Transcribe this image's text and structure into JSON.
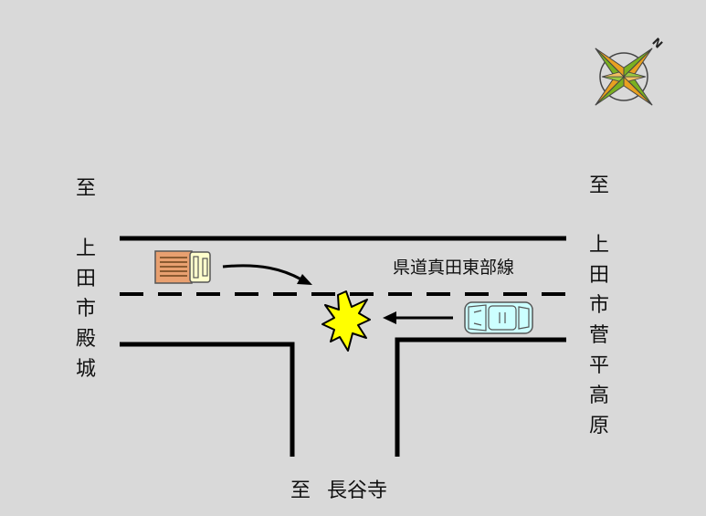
{
  "road_name": "県道真田東部線",
  "destinations": {
    "west": {
      "prefix": "至",
      "chars": [
        "上",
        "田",
        "市",
        "殿",
        "城"
      ]
    },
    "east": {
      "prefix": "至",
      "chars": [
        "上",
        "田",
        "市",
        "菅",
        "平",
        "高",
        "原"
      ]
    },
    "south": {
      "prefix": "至",
      "place": "長谷寺"
    }
  },
  "compass": {
    "north_label": "N"
  },
  "colors": {
    "background": "#d9d9d9",
    "road_line": "#000000",
    "truck_body": "#ffffcc",
    "truck_cargo": "#e8a070",
    "car_body": "#ccffff",
    "impact": "#ffff00",
    "compass_gold": "#e8a020",
    "compass_green": "#7ab020"
  }
}
